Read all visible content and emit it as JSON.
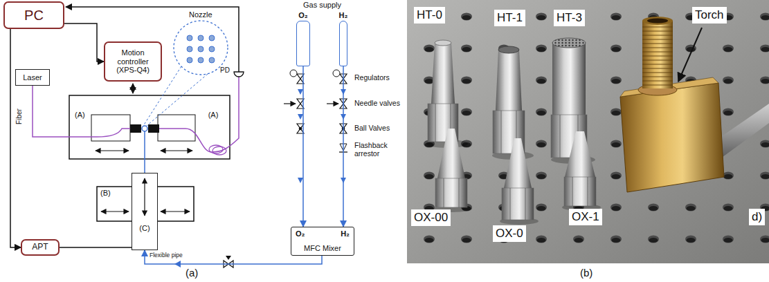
{
  "diagram": {
    "nodes": [
      {
        "text": [
          "PC"
        ]
      },
      {
        "text": [
          "Motion controller (XPS-Q4)"
        ]
      },
      {
        "text": [
          "Laser"
        ]
      },
      {
        "text": [
          "(A)"
        ]
      },
      {
        "text": [
          "(A)"
        ]
      },
      {
        "text": [
          "(B)"
        ]
      },
      {
        "text": [
          "(C)"
        ],
        "in": 5
      },
      {
        "text": [
          "APT"
        ]
      },
      {
        "text": [
          "O₂"
        ]
      },
      {
        "text": [
          "H₂"
        ]
      },
      {
        "text": [
          "O₂",
          "H₂",
          "MFC Mixer"
        ]
      }
    ],
    "edges": [
      {
        "from": 0,
        "to": 1,
        "arrow": "to"
      },
      {
        "from": 0,
        "to": 7,
        "arrow": "to"
      },
      {
        "from": 7,
        "to": 6,
        "arrow": "none"
      },
      {
        "from": 2,
        "to": 3,
        "arrow": "none"
      },
      {
        "from": 8,
        "to": 10,
        "arrow": "to"
      },
      {
        "from": 9,
        "to": 10,
        "arrow": "to"
      },
      {
        "from": 10,
        "to": 6,
        "arrow": "to"
      }
    ],
    "labels": [
      "Nozzle",
      "Fiber",
      "PD",
      "Gas supply",
      "Regulators",
      "Needle valves",
      "Ball Valves",
      "Flashback arrestor",
      "Flexible pipe",
      "(a)",
      "HT-0",
      "HT-1",
      "HT-3",
      "Torch",
      "OX-00",
      "OX-0",
      "OX-1",
      "d)",
      "(b)"
    ]
  }
}
